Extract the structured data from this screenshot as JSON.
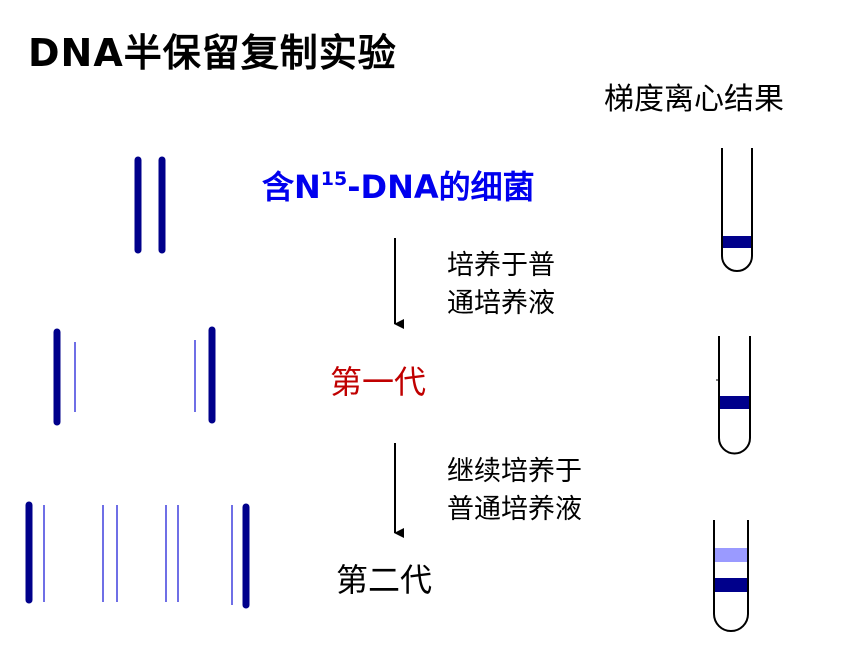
{
  "title": "DNA半保留复制实验",
  "right_header": "梯度离心结果",
  "generations": [
    {
      "label_prefix": "含N",
      "label_sup": "15",
      "label_suffix": "-DNA的细菌",
      "color": "#0000ee"
    },
    {
      "label": "第一代",
      "color": "#c00000"
    },
    {
      "label": "第二代",
      "color": "#000000"
    }
  ],
  "steps": [
    {
      "line1": "培养于普",
      "line2": "通培养液"
    },
    {
      "line1": "继续培养于",
      "line2": "普通培养液"
    }
  ],
  "colors": {
    "heavy_strand": "#00008b",
    "light_strand": "#6f6fe6",
    "heavy_band": "#00008b",
    "intermediate_band": "#00008b",
    "light_band": "#9a9aff"
  }
}
